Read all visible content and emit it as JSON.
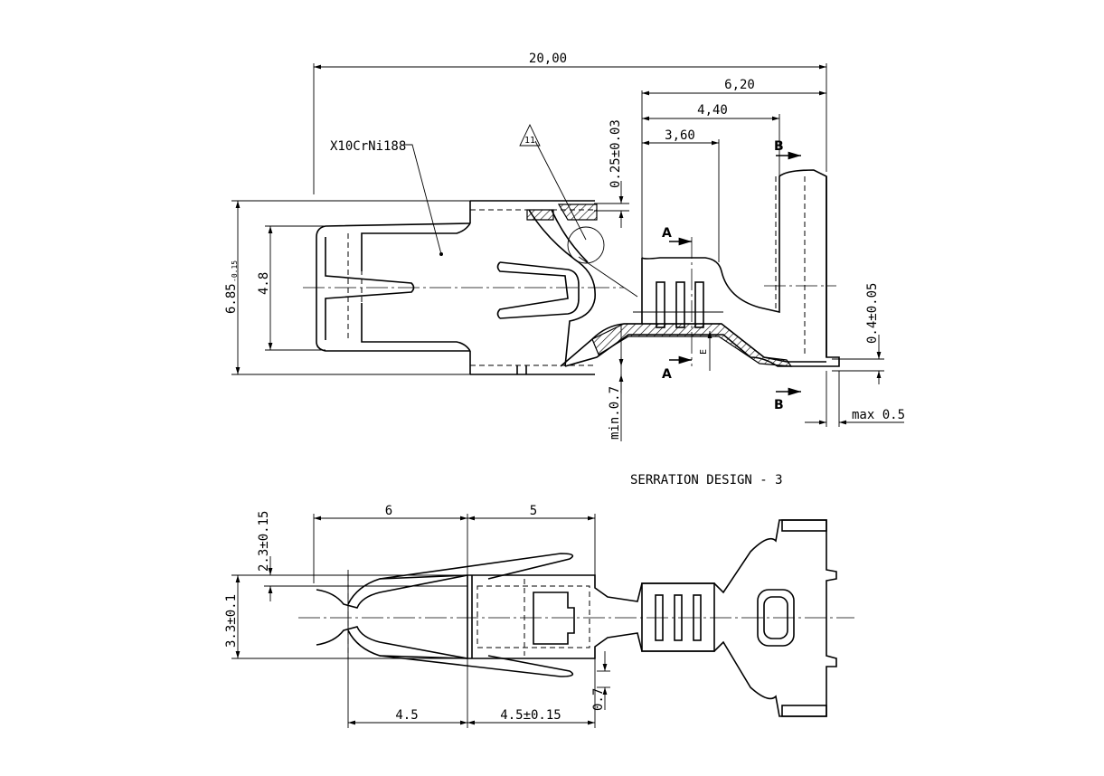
{
  "side_view": {
    "dims": {
      "overall_length": "20,00",
      "len_620": "6,20",
      "len_440": "4,40",
      "len_360": "3,60",
      "thickness": "0.25±0.03",
      "height_main": "6.85",
      "height_tol": "-0.15",
      "inner_height": "4.8",
      "min_height": "min.0.7",
      "offset": "0.4±0.05",
      "max_offset": "max 0.5",
      "small_e": "E"
    },
    "material": "X10CrNi188",
    "note_marker": "11",
    "section_a": "A",
    "section_b": "B"
  },
  "top_view": {
    "dims": {
      "len_6": "6",
      "len_5": "5",
      "len_45": "4.5",
      "len_45_tol": "4.5±0.15",
      "width_23": "2.3±0.15",
      "width_33": "3.3±0.1",
      "gap_07": "0.7"
    }
  },
  "serration_label": "SERRATION DESIGN - 3"
}
